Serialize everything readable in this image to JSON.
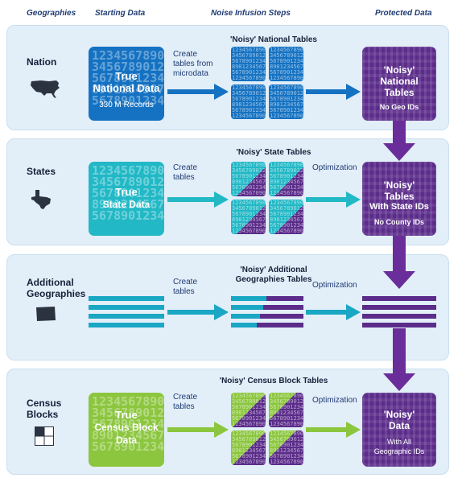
{
  "headers": {
    "geographies": "Geographies",
    "starting_data": "Starting Data",
    "noise_steps": "Noise Infusion Steps",
    "protected_data": "Protected Data"
  },
  "rows": {
    "nation": {
      "label": "Nation",
      "start_title": "True National Data",
      "start_title_l1": "True",
      "start_title_l2": "National Data",
      "start_sub": "330 M Records",
      "step_label": "Create tables from microdata",
      "step_label_l1": "Create",
      "step_label_l2": "tables from",
      "step_label_l3": "microdata",
      "tables_title": "'Noisy' National Tables",
      "prot_title_l1": "'Noisy'",
      "prot_title_l2": "National",
      "prot_title_l3": "Tables",
      "prot_sub": "No Geo IDs"
    },
    "states": {
      "label": "States",
      "start_title_l1": "True",
      "start_title_l2": "State Data",
      "step_label_l1": "Create",
      "step_label_l2": "tables",
      "tables_title": "'Noisy' State Tables",
      "opt_label": "Optimization",
      "prot_title_l1": "'Noisy'",
      "prot_title_l2": "Tables",
      "prot_title_l3": "With State IDs",
      "prot_sub": "No County IDs"
    },
    "additional": {
      "label_l1": "Additional",
      "label_l2": "Geographies",
      "step_label_l1": "Create",
      "step_label_l2": "tables",
      "tables_title_l1": "'Noisy' Additional",
      "tables_title_l2": "Geographies Tables",
      "opt_label": "Optimization"
    },
    "blocks": {
      "label_l1": "Census",
      "label_l2": "Blocks",
      "start_title_l1": "True",
      "start_title_l2": "Census Block",
      "start_title_l3": "Data",
      "step_label_l1": "Create",
      "step_label_l2": "tables",
      "tables_title": "'Noisy' Census Block Tables",
      "opt_label": "Optimization",
      "prot_title_l1": "'Noisy'",
      "prot_title_l2": "Data",
      "prot_sub_l1": "With All",
      "prot_sub_l2": "Geographic IDs"
    }
  },
  "number_fill": "12345678901\n34567890123\n56789012345\n89012345678\n56789012345",
  "mini_fill": "1234567890\n3456789012\n5678901234\n8901234567\n5678901234\n1234567890",
  "colors": {
    "nation": "#1572c2",
    "states": "#22b8c6",
    "additional": "#1aa7c4",
    "blocks": "#8cc63f",
    "protected": "#5b2c8a",
    "band": "#e2eef8",
    "connector": "#6a2e9a"
  }
}
